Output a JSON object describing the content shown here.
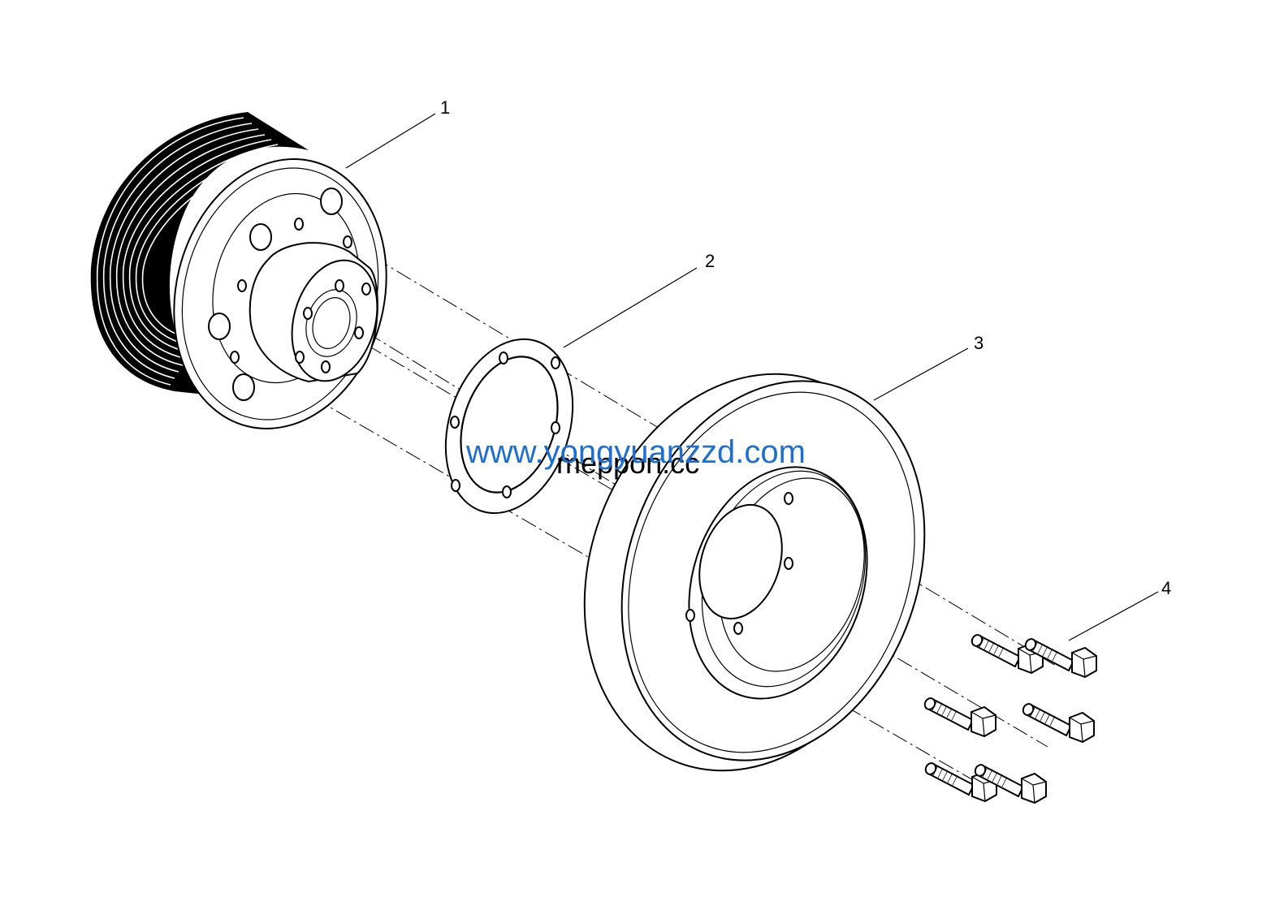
{
  "callouts": [
    {
      "id": "1",
      "label": "1"
    },
    {
      "id": "2",
      "label": "2"
    },
    {
      "id": "3",
      "label": "3"
    },
    {
      "id": "4",
      "label": "4"
    }
  ],
  "watermarks": {
    "primary": {
      "text": "www.yongyuanzzd.com",
      "color": "#1f6fd0"
    },
    "secondary": {
      "text": "meppon.cc",
      "color": "#000000"
    }
  },
  "colors": {
    "line": "#000000",
    "background": "#ffffff"
  }
}
